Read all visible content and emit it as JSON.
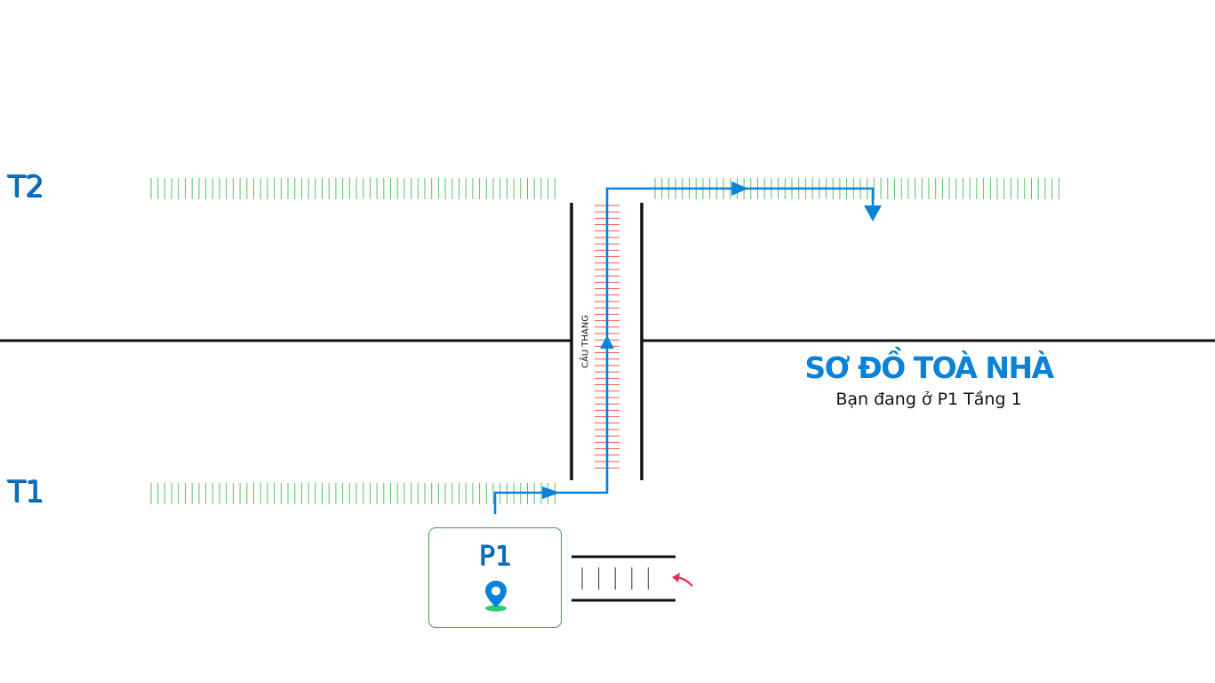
{
  "floors": {
    "t2": "T2",
    "t1": "T1"
  },
  "stairs": {
    "label": "CẦU THANG"
  },
  "building": {
    "title": "SƠ ĐỒ TOÀ NHÀ",
    "subtitle": "Bạn đang ở P1 Tầng 1"
  },
  "room": {
    "label": "P1",
    "icon": "location-pin-icon"
  },
  "colors": {
    "route": "#0a82d8",
    "floor_hatch": "#5cbf6a",
    "stair_steps": "#e25b4b",
    "walls": "#111111",
    "entry_arrow": "#e0324b",
    "room_border": "#3d9b58",
    "pin": "#0a82d8",
    "pin_base": "#2ecc71"
  }
}
